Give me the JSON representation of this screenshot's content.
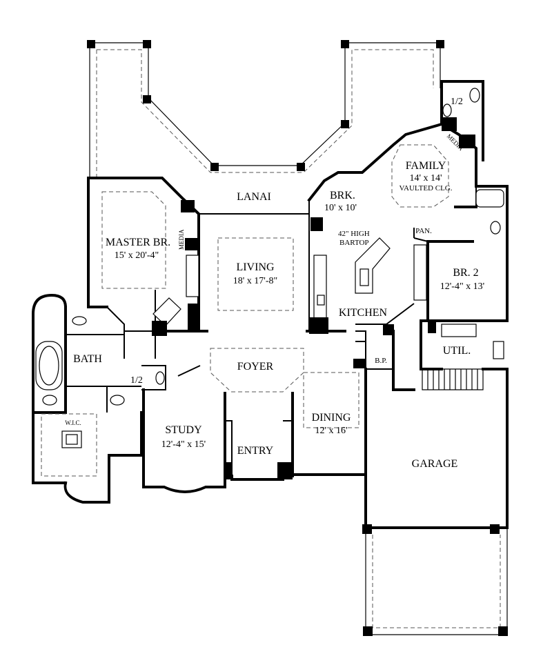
{
  "rooms": {
    "lanai": {
      "name": "LANAI"
    },
    "family": {
      "name": "FAMILY",
      "dim": "14' x 14'",
      "note": "VAULTED CLG."
    },
    "brk": {
      "name": "BRK.",
      "dim": "10' x 10'"
    },
    "master": {
      "name": "MASTER BR.",
      "dim": "15' x 20'-4\""
    },
    "living": {
      "name": "LIVING",
      "dim": "18' x 17'-8\""
    },
    "kitchen": {
      "name": "KITCHEN",
      "note_line1": "42\" HIGH",
      "note_line2": "BARTOP"
    },
    "br2": {
      "name": "BR. 2",
      "dim": "12'-4\" x 13'"
    },
    "bath": {
      "name": "BATH"
    },
    "half_bath_left": {
      "name": "1/2"
    },
    "half_bath_right": {
      "name": "1/2"
    },
    "foyer": {
      "name": "FOYER"
    },
    "study": {
      "name": "STUDY",
      "dim": "12'-4\" x 15'"
    },
    "entry": {
      "name": "ENTRY"
    },
    "dining": {
      "name": "DINING",
      "dim": "12' x 16'"
    },
    "garage": {
      "name": "GARAGE"
    },
    "util": {
      "name": "UTIL."
    },
    "wic": {
      "name": "W.I.C."
    },
    "pan": {
      "name": "PAN."
    },
    "bp": {
      "name": "B.P."
    },
    "media_master": {
      "name": "MEDIA"
    },
    "media_family": {
      "name": "MEDIA"
    }
  }
}
